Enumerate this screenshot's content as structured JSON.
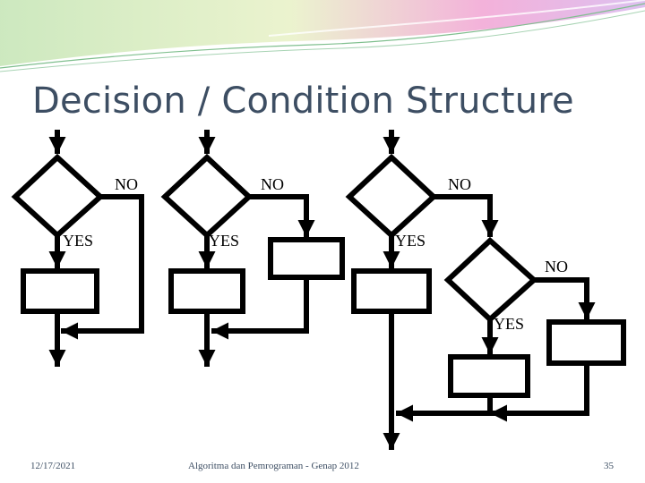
{
  "slide": {
    "title": "Decision / Condition Structure",
    "footer_date": "12/17/2021",
    "footer_course": "Algoritma dan Pemrograman - Genap 2012",
    "page_number": "35"
  },
  "diagram": {
    "structure_1": {
      "no_label": "NO",
      "yes_label": "YES"
    },
    "structure_2": {
      "no_label": "NO",
      "yes_label": "YES"
    },
    "structure_3": {
      "no_label": "NO",
      "yes_label": "YES",
      "nested": {
        "no_label": "NO",
        "yes_label": "YES"
      }
    }
  },
  "colors": {
    "title": "#3d4e63",
    "footer": "#3d4e63",
    "stroke": "#000000"
  }
}
